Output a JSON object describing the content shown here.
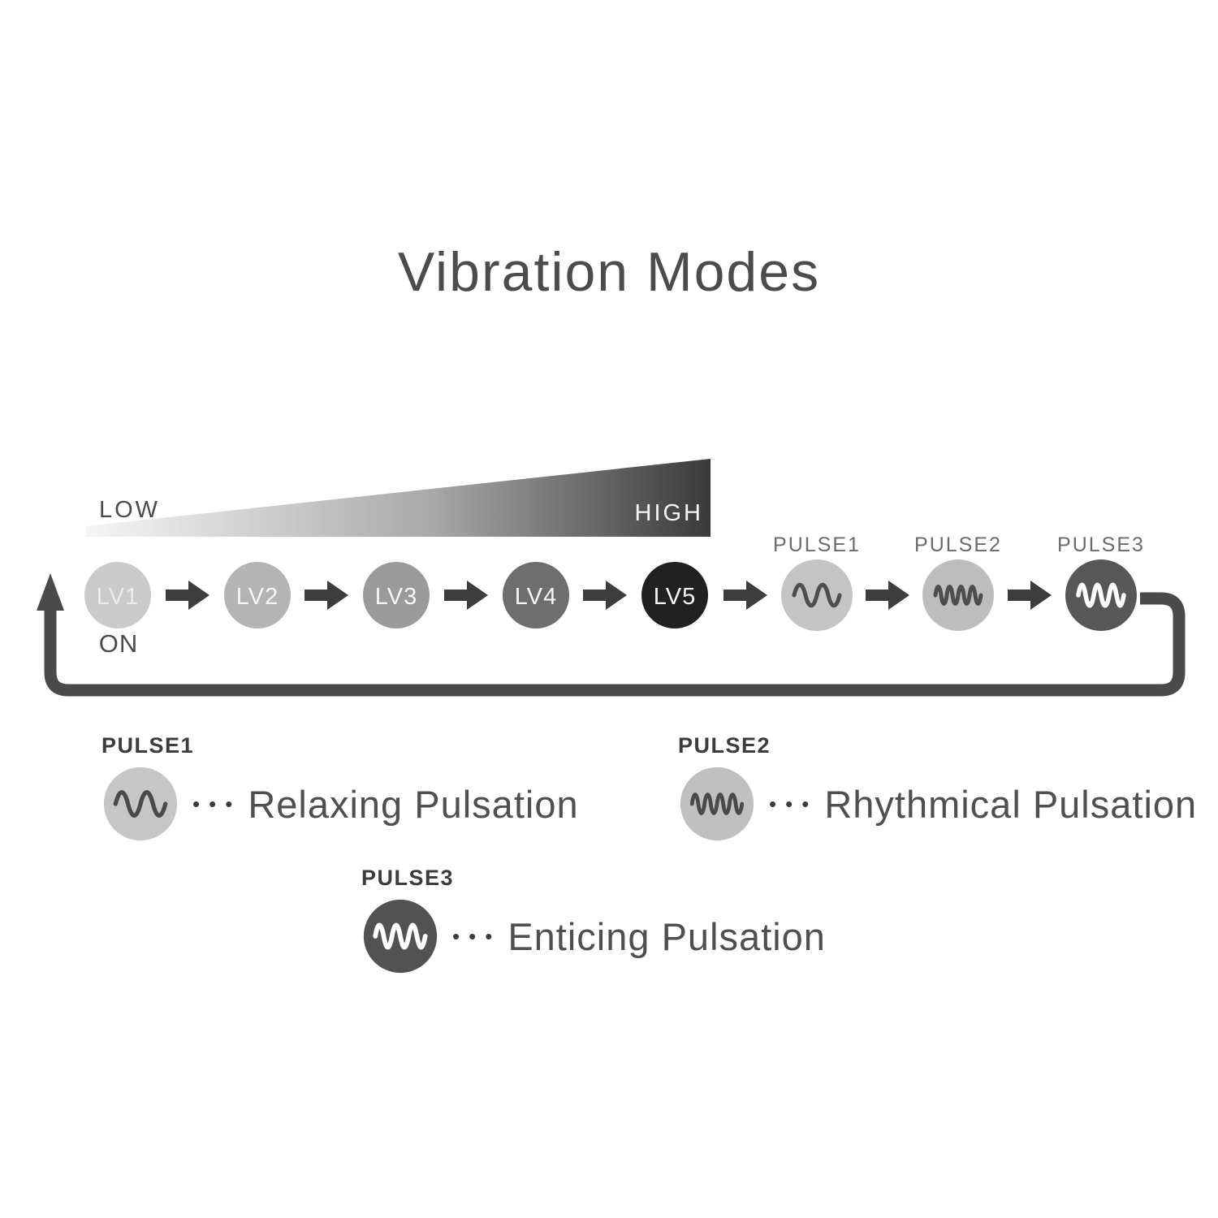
{
  "title": "Vibration Modes",
  "diagram": {
    "low_label": "LOW",
    "high_label": "HIGH",
    "on_label": "ON",
    "gradient": {
      "start": "#f6f6f6",
      "mid": "#a9a9a9",
      "end": "#3a3a3a"
    },
    "arrow_color": "#3d3d3d",
    "loop_color": "#4a4a4a",
    "levels": [
      {
        "label": "LV1",
        "color": "#cacaca",
        "label_color": "#ececec"
      },
      {
        "label": "LV2",
        "color": "#b4b4b4",
        "label_color": "#f6f6f6"
      },
      {
        "label": "LV3",
        "color": "#9a9a9a",
        "label_color": "#f6f6f6"
      },
      {
        "label": "LV4",
        "color": "#6e6e6e",
        "label_color": "#f6f6f6"
      },
      {
        "label": "LV5",
        "color": "#212121",
        "label_color": "#f6f6f6"
      }
    ],
    "pulses": [
      {
        "label": "PULSE1",
        "color": "#c4c4c4",
        "wave_color": "#4d4d4d",
        "icon": "gentle-wave-icon"
      },
      {
        "label": "PULSE2",
        "color": "#bdbdbd",
        "wave_color": "#4d4d4d",
        "icon": "rapid-wave-icon"
      },
      {
        "label": "PULSE3",
        "color": "#575757",
        "wave_color": "#ffffff",
        "icon": "medium-wave-icon"
      }
    ]
  },
  "legend": {
    "dots": "•••",
    "items": [
      {
        "label": "PULSE1",
        "description": "Relaxing Pulsation",
        "circle_color": "#c6c6c6",
        "wave_color": "#4a4a4a",
        "icon": "gentle-wave-icon"
      },
      {
        "label": "PULSE2",
        "description": "Rhythmical Pulsation",
        "circle_color": "#c0c0c0",
        "wave_color": "#4a4a4a",
        "icon": "rapid-wave-icon"
      },
      {
        "label": "PULSE3",
        "description": "Enticing Pulsation",
        "circle_color": "#525252",
        "wave_color": "#ffffff",
        "icon": "medium-wave-icon"
      }
    ]
  }
}
